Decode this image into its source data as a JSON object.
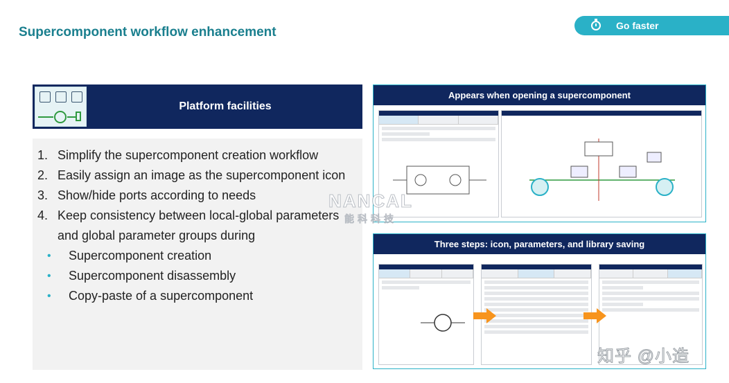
{
  "header": {
    "title": "Supercomponent workflow enhancement",
    "badge": "Go faster"
  },
  "platform": {
    "title": "Platform facilities",
    "items": [
      "Simplify the supercomponent creation workflow",
      "Easily assign an image as the supercomponent icon",
      "Show/hide ports according to needs",
      "Keep consistency between local-global parameters and global parameter groups during"
    ],
    "subitems": [
      "Supercomponent creation",
      "Supercomponent disassembly",
      "Copy-paste of a supercomponent"
    ]
  },
  "screens": {
    "top_caption": "Appears when opening a supercomponent",
    "bottom_caption": "Three steps: icon, parameters, and library saving"
  },
  "watermark": {
    "logo": "NANCAL",
    "cn": "能科科技",
    "site": "知乎 @小造"
  },
  "colors": {
    "teal": "#1a7f8e",
    "accent": "#2ab1c7",
    "navy": "#10275e",
    "orange": "#f7941d"
  }
}
